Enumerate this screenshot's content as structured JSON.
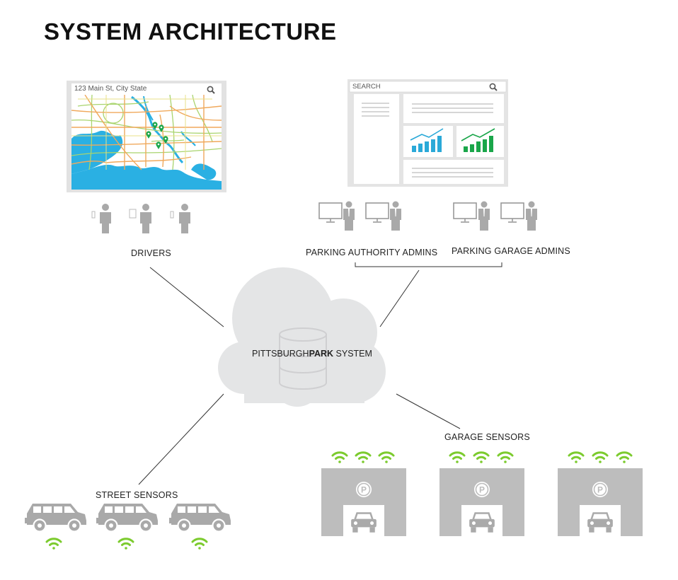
{
  "title": "SYSTEM ARCHITECTURE",
  "map_panel": {
    "search_value": "123 Main St, City State"
  },
  "dashboard_panel": {
    "search_placeholder": "SEARCH"
  },
  "labels": {
    "drivers": "DRIVERS",
    "parking_authority_admins": "PARKING AUTHORITY ADMINS",
    "parking_garage_admins": "PARKING GARAGE ADMINS",
    "street_sensors": "STREET SENSORS",
    "garage_sensors": "GARAGE SENSORS"
  },
  "central_system": {
    "prefix": "PITTSBURGH",
    "bold": "PARK",
    "suffix": " SYSTEM"
  },
  "icons": [
    "search-icon",
    "person-icon",
    "phone-icon",
    "tablet-icon",
    "monitor-icon",
    "database-icon",
    "car-icon",
    "wifi-icon",
    "parking-icon",
    "garage-icon",
    "map-pin-icon",
    "bar-chart-icon",
    "cloud-icon"
  ],
  "colors": {
    "accent_green": "#7ccb2e",
    "chart_blue": "#2aa9d8",
    "chart_green": "#1aa64a",
    "gray_figure": "#a9a9a9",
    "cloud": "#e4e5e6",
    "water": "#2ab0e3"
  }
}
